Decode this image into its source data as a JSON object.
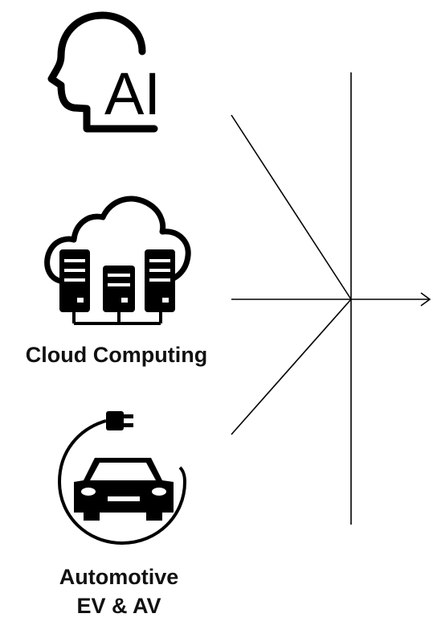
{
  "labels": {
    "ai": "AI",
    "cloud": "Cloud Computing",
    "automotive_line1": "Automotive",
    "automotive_line2": "EV & AV"
  },
  "colors": {
    "ink": "#000000",
    "text": "#111111"
  },
  "icons": {
    "ai": "ai-head-icon",
    "cloud": "cloud-servers-icon",
    "automotive": "ev-car-plug-icon"
  }
}
